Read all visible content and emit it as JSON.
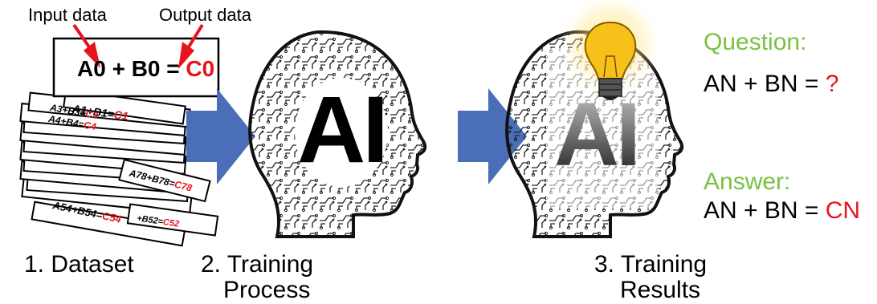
{
  "dataset": {
    "input_label": "Input data",
    "output_label": "Output data",
    "main_equation": {
      "lhs": "A0 + B0 =",
      "rhs": "C0"
    },
    "cards": [
      {
        "lhs": "A1+B1=",
        "rhs": "C1"
      },
      {
        "lhs": "A3+B3=",
        "rhs": "C3"
      },
      {
        "lhs": "A4+B4=",
        "rhs": "C4"
      },
      {
        "lhs": "A78+B78=",
        "rhs": "C78"
      },
      {
        "lhs": "A54+B54=",
        "rhs": "C54"
      },
      {
        "lhs": "+B52=",
        "rhs": "C52"
      }
    ],
    "caption": "1. Dataset"
  },
  "training": {
    "head_text": "AI",
    "caption_line1": "2. Training",
    "caption_line2": "Process"
  },
  "results": {
    "head_text": "AI",
    "question_label": "Question:",
    "question_lhs": "AN + BN =",
    "question_rhs": "?",
    "answer_label": "Answer:",
    "answer_lhs": "AN + BN =",
    "answer_rhs": "CN",
    "caption_line1": "3. Training",
    "caption_line2": "Results"
  },
  "colors": {
    "accent_red": "#e8141b",
    "accent_green": "#79c142",
    "arrow_blue": "#4a6fb8",
    "bulb_yellow": "#f6c21a"
  }
}
